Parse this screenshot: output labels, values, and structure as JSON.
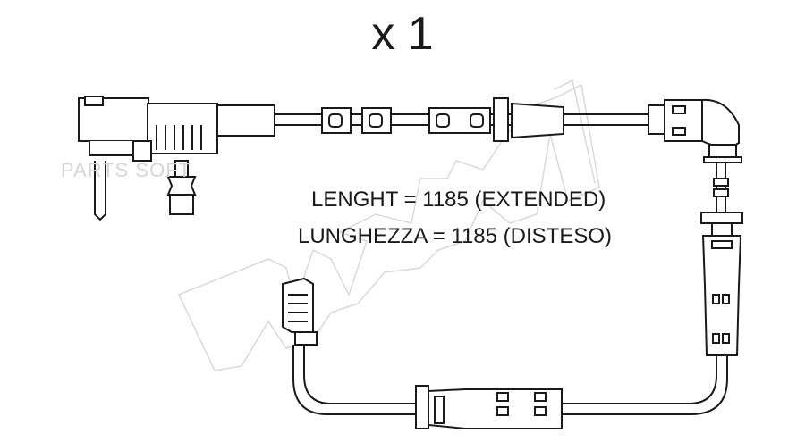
{
  "header": {
    "quantity": "x 1"
  },
  "labels": {
    "length_en": "LENGHT = 1185 (EXTENDED)",
    "length_it": "LUNGHEZZA = 1185 (DISTESO)"
  },
  "watermark": {
    "parts_text": "PARTS SOFT"
  },
  "colors": {
    "stroke": "#1a1a1a",
    "watermark": "#d9d9d9"
  }
}
